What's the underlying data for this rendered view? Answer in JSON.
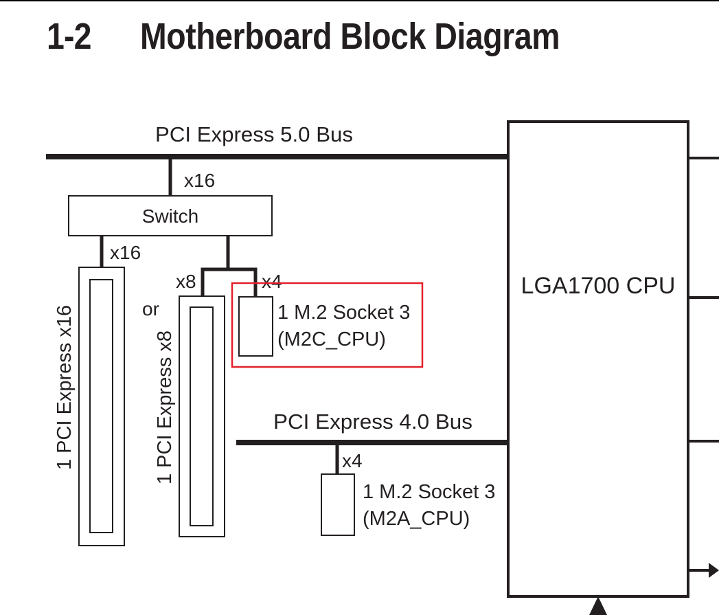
{
  "header": {
    "section_number": "1-2",
    "section_title": "Motherboard Block Diagram"
  },
  "diagram": {
    "bus_pcie5_label": "PCI Express 5.0 Bus",
    "bus_pcie4_label": "PCI Express 4.0 Bus",
    "cpu_label": "LGA1700 CPU",
    "switch_label": "Switch",
    "link_x16_to_switch": "x16",
    "link_x16_to_slot": "x16",
    "link_x8": "x8",
    "link_x4_m2c": "x4",
    "link_x4_m2a": "x4",
    "or_label": "or",
    "slot_x16_label": "1 PCI Express x16",
    "slot_x8_label": "1 PCI Express x8",
    "m2c_line1": "1 M.2 Socket 3",
    "m2c_line2": "(M2C_CPU)",
    "m2a_line1": "1 M.2 Socket 3",
    "m2a_line2": "(M2A_CPU)"
  },
  "colors": {
    "line": "#231f20",
    "highlight": "#e2202a"
  }
}
